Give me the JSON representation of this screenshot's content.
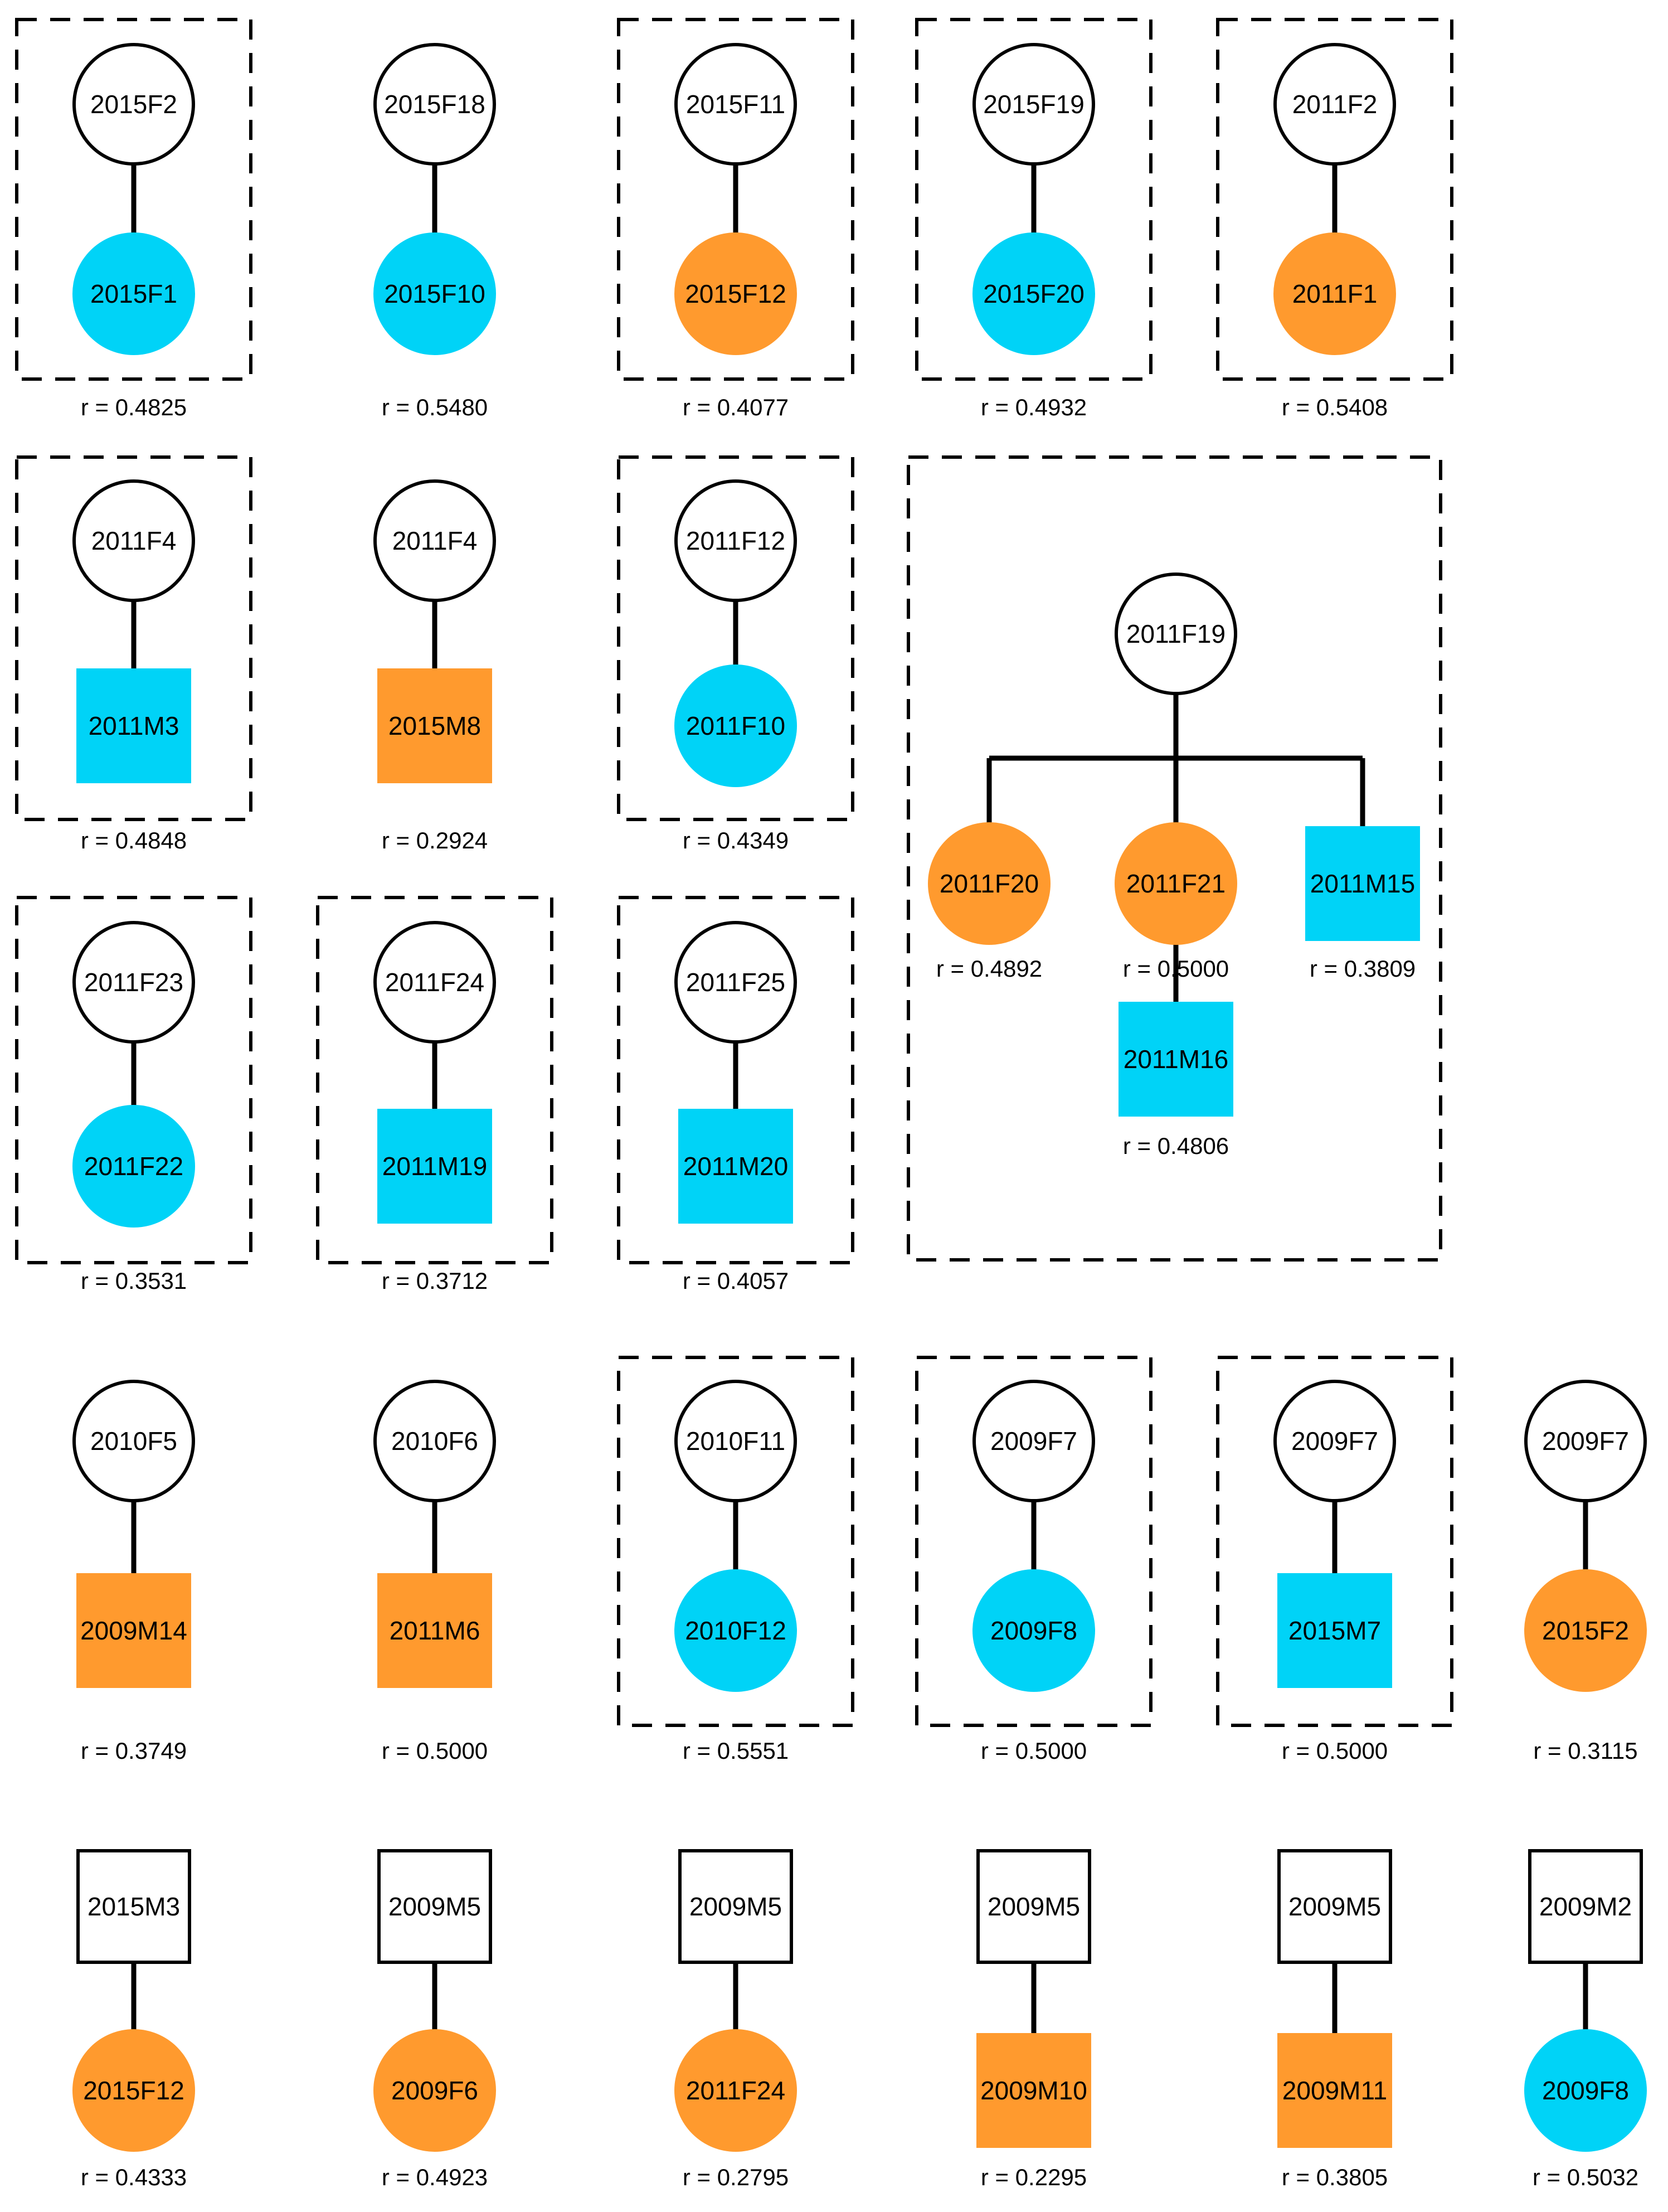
{
  "colors": {
    "blue": "#00D3F7",
    "orange": "#FF9A2E",
    "outline": "#000000",
    "white": "#FFFFFF"
  },
  "diagrams": [
    {
      "boxed": true,
      "parent": {
        "label": "2015F2",
        "shape": "circle"
      },
      "children": [
        {
          "label": "2015F1",
          "shape": "circle",
          "color": "blue"
        }
      ],
      "r": "r = 0.4825"
    },
    {
      "boxed": false,
      "parent": {
        "label": "2015F18",
        "shape": "circle"
      },
      "children": [
        {
          "label": "2015F10",
          "shape": "circle",
          "color": "blue"
        }
      ],
      "r": "r = 0.5480"
    },
    {
      "boxed": true,
      "parent": {
        "label": "2015F11",
        "shape": "circle"
      },
      "children": [
        {
          "label": "2015F12",
          "shape": "circle",
          "color": "orange"
        }
      ],
      "r": "r = 0.4077"
    },
    {
      "boxed": true,
      "parent": {
        "label": "2015F19",
        "shape": "circle"
      },
      "children": [
        {
          "label": "2015F20",
          "shape": "circle",
          "color": "blue"
        }
      ],
      "r": "r = 0.4932"
    },
    {
      "boxed": true,
      "parent": {
        "label": "2011F2",
        "shape": "circle"
      },
      "children": [
        {
          "label": "2011F1",
          "shape": "circle",
          "color": "orange"
        }
      ],
      "r": "r = 0.5408"
    },
    {
      "boxed": true,
      "parent": {
        "label": "2011F4",
        "shape": "circle"
      },
      "children": [
        {
          "label": "2011M3",
          "shape": "square",
          "color": "blue"
        }
      ],
      "r": "r = 0.4848"
    },
    {
      "boxed": false,
      "parent": {
        "label": "2011F4",
        "shape": "circle"
      },
      "children": [
        {
          "label": "2015M8",
          "shape": "square",
          "color": "orange"
        }
      ],
      "r": "r = 0.2924"
    },
    {
      "boxed": true,
      "parent": {
        "label": "2011F12",
        "shape": "circle"
      },
      "children": [
        {
          "label": "2011F10",
          "shape": "circle",
          "color": "blue"
        }
      ],
      "r": "r = 0.4349"
    },
    {
      "boxed": true,
      "parent": {
        "label": "2011F23",
        "shape": "circle"
      },
      "children": [
        {
          "label": "2011F22",
          "shape": "circle",
          "color": "blue"
        }
      ],
      "r": "r = 0.3531"
    },
    {
      "boxed": true,
      "parent": {
        "label": "2011F24",
        "shape": "circle"
      },
      "children": [
        {
          "label": "2011M19",
          "shape": "square",
          "color": "blue"
        }
      ],
      "r": "r = 0.3712"
    },
    {
      "boxed": true,
      "parent": {
        "label": "2011F25",
        "shape": "circle"
      },
      "children": [
        {
          "label": "2011M20",
          "shape": "square",
          "color": "blue"
        }
      ],
      "r": "r = 0.4057"
    },
    {
      "boxed": false,
      "parent": {
        "label": "2010F5",
        "shape": "circle"
      },
      "children": [
        {
          "label": "2009M14",
          "shape": "square",
          "color": "orange"
        }
      ],
      "r": "r = 0.3749"
    },
    {
      "boxed": false,
      "parent": {
        "label": "2010F6",
        "shape": "circle"
      },
      "children": [
        {
          "label": "2011M6",
          "shape": "square",
          "color": "orange"
        }
      ],
      "r": "r = 0.5000"
    },
    {
      "boxed": true,
      "parent": {
        "label": "2010F11",
        "shape": "circle"
      },
      "children": [
        {
          "label": "2010F12",
          "shape": "circle",
          "color": "blue"
        }
      ],
      "r": "r = 0.5551"
    },
    {
      "boxed": true,
      "parent": {
        "label": "2009F7",
        "shape": "circle"
      },
      "children": [
        {
          "label": "2009F8",
          "shape": "circle",
          "color": "blue"
        }
      ],
      "r": "r = 0.5000"
    },
    {
      "boxed": true,
      "parent": {
        "label": "2009F7",
        "shape": "circle"
      },
      "children": [
        {
          "label": "2015M7",
          "shape": "square",
          "color": "blue"
        }
      ],
      "r": "r = 0.5000"
    },
    {
      "boxed": false,
      "parent": {
        "label": "2009F7",
        "shape": "circle"
      },
      "children": [
        {
          "label": "2015F2",
          "shape": "circle",
          "color": "orange"
        }
      ],
      "r": "r = 0.3115"
    },
    {
      "boxed": false,
      "parent": {
        "label": "2015M3",
        "shape": "square"
      },
      "children": [
        {
          "label": "2015F12",
          "shape": "circle",
          "color": "orange"
        }
      ],
      "r": "r = 0.4333"
    },
    {
      "boxed": false,
      "parent": {
        "label": "2009M5",
        "shape": "square"
      },
      "children": [
        {
          "label": "2009F6",
          "shape": "circle",
          "color": "orange"
        }
      ],
      "r": "r = 0.4923"
    },
    {
      "boxed": false,
      "parent": {
        "label": "2009M5",
        "shape": "square"
      },
      "children": [
        {
          "label": "2011F24",
          "shape": "circle",
          "color": "orange"
        }
      ],
      "r": "r = 0.2795"
    },
    {
      "boxed": false,
      "parent": {
        "label": "2009M5",
        "shape": "square"
      },
      "children": [
        {
          "label": "2009M10",
          "shape": "square",
          "color": "orange"
        }
      ],
      "r": "r = 0.2295"
    },
    {
      "boxed": false,
      "parent": {
        "label": "2009M5",
        "shape": "square"
      },
      "children": [
        {
          "label": "2009M11",
          "shape": "square",
          "color": "orange"
        }
      ],
      "r": "r = 0.3805"
    },
    {
      "boxed": false,
      "parent": {
        "label": "2009M2",
        "shape": "square"
      },
      "children": [
        {
          "label": "2009F8",
          "shape": "circle",
          "color": "blue"
        }
      ],
      "r": "r = 0.5032"
    },
    {
      "boxed": true,
      "parent": {
        "label": "2011F19",
        "shape": "circle"
      },
      "children": [
        {
          "label": "2011F20",
          "shape": "circle",
          "color": "orange",
          "r": "r = 0.4892"
        },
        {
          "label": "2011F21",
          "shape": "circle",
          "color": "orange",
          "r": "r = 0.5000"
        },
        {
          "label": "2011M15",
          "shape": "square",
          "color": "blue",
          "r": "r = 0.3809"
        }
      ],
      "grandchild": {
        "label": "2011M16",
        "shape": "square",
        "color": "blue",
        "r": "r = 0.4806"
      }
    }
  ]
}
